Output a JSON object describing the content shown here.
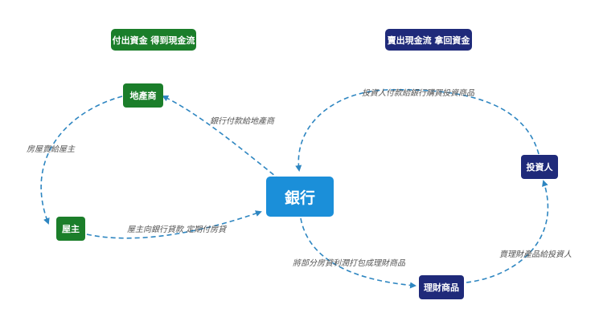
{
  "colors": {
    "green": "#1b7e2a",
    "navy": "#1f2a7a",
    "bank": "#1b8fd9",
    "arrow": "#2e86c1",
    "label": "#555555"
  },
  "headers": {
    "left": "付出資金 得到現金流",
    "right": "賣出現金流 拿回資金"
  },
  "nodes": {
    "developer": "地產商",
    "homeowner": "屋主",
    "bank": "銀行",
    "investor": "投資人",
    "product": "理財商品"
  },
  "edges": {
    "bank_to_developer": "銀行付款給地產商",
    "developer_to_homeowner": "房屋賣給屋主",
    "homeowner_to_bank": "屋主向銀行貸款 定期付房貸",
    "investor_to_bank": "投資人付款給銀行購買投資商品",
    "bank_to_product": "將部分房貸利潤打包成理財商品",
    "product_to_investor": "賣理財產品給投資人"
  }
}
